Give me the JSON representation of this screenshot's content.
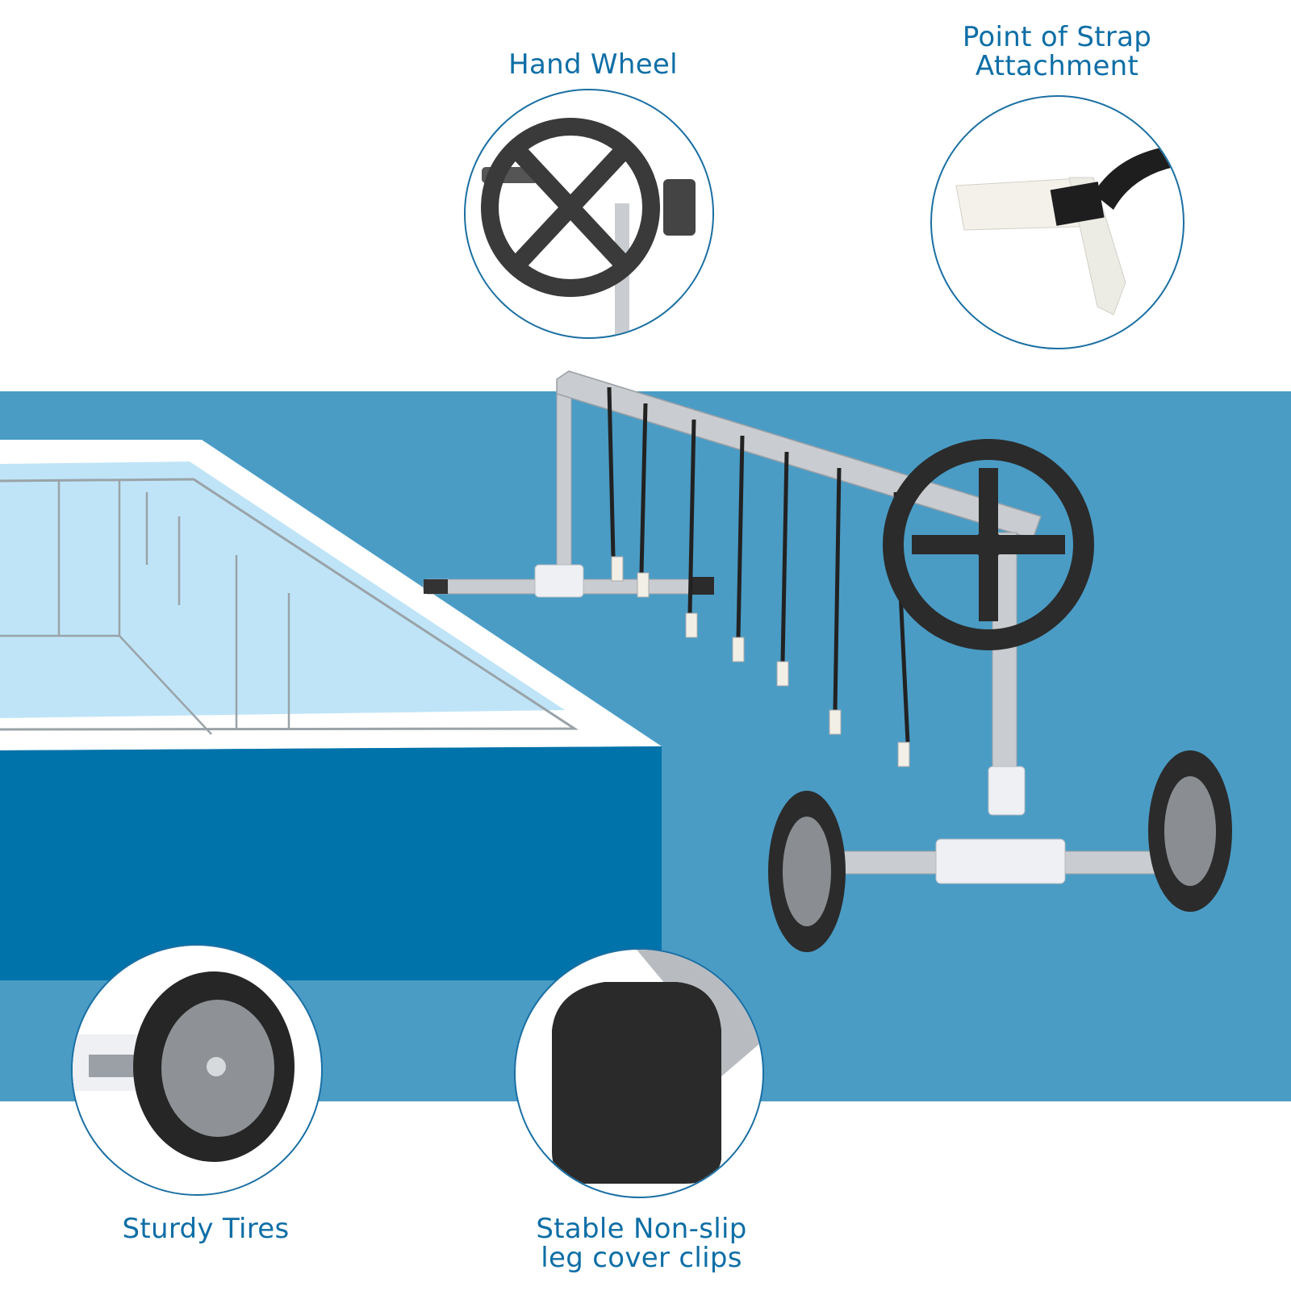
{
  "image": {
    "type": "product feature infographic",
    "subject": "pool cover reel roller with hand wheel, straps and wheels"
  },
  "colors": {
    "label_text": "#0e6ea6",
    "circle_border": "#1a6fa3",
    "deck_blue": "#4a9cc5",
    "pool_side_blue": "#0073aa",
    "pool_water": "#bfe4f7",
    "pool_rim": "#ffffff",
    "tube_aluminum": "#c9ccd0",
    "wheel_black": "#2b2b2b"
  },
  "callouts": [
    {
      "id": "hand-wheel",
      "label": "Hand Wheel",
      "icon": "hand-wheel-icon"
    },
    {
      "id": "strap-attachment",
      "label_line1": "Point of Strap",
      "label_line2": "Attachment",
      "icon": "strap-clip-icon"
    },
    {
      "id": "sturdy-tires",
      "label": "Sturdy Tires",
      "icon": "tire-icon"
    },
    {
      "id": "leg-cover-clips",
      "label_line1": "Stable Non-slip",
      "label_line2": "leg cover clips",
      "icon": "leg-cap-icon"
    }
  ]
}
